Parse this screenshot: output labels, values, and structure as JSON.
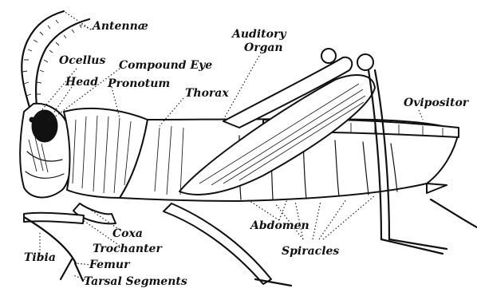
{
  "figure": {
    "background": "#ffffff",
    "ink_color": "#111111",
    "labels": {
      "antennae": "Antennæ",
      "ocellus": "Ocellus",
      "compound_eye": "Compound Eye",
      "head": "Head",
      "pronotum": "Pronotum",
      "thorax": "Thorax",
      "auditory_organ_line1": "Auditory",
      "auditory_organ_line2": "Organ",
      "ovipositor": "Ovipositor",
      "abdomen": "Abdomen",
      "spiracles": "Spiracles",
      "coxa": "Coxa",
      "trochanter": "Trochanter",
      "tibia": "Tibia",
      "femur": "Femur",
      "tarsal_segments": "Tarsal Segments"
    }
  }
}
